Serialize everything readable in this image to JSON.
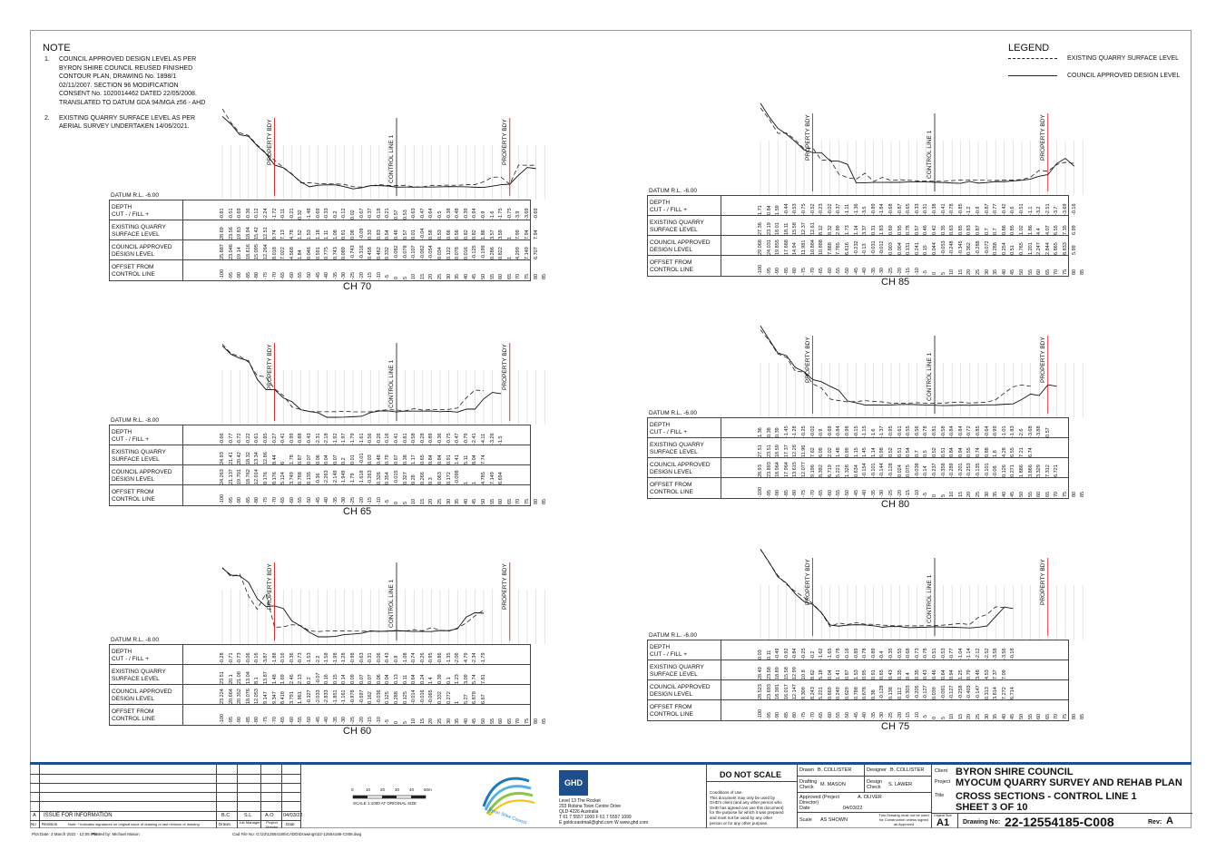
{
  "notes": {
    "heading": "NOTE",
    "items": [
      {
        "num": "1.",
        "lines": [
          "COUNCIL APPROVED DESIGN LEVEL AS PER",
          "BYRON SHIRE COUNCIL REUSED FINISHED",
          "CONTOUR PLAN, DRAWING No. 1898/1",
          "02/11/2007. SECTION 96 MODIFICATION",
          "CONSENT No. 1020014462 DATED 22/05/2008.",
          "TRANSLATED TO DATUM GDA 94/MGA z56 - AHD"
        ]
      },
      {
        "num": "2.",
        "lines": [
          "EXISTING QUARRY SURFACE LEVEL AS PER",
          "AERIAL SURVEY UNDERTAKEN 14/06/2021."
        ]
      }
    ]
  },
  "legend": {
    "heading": "LEGEND",
    "existing": "EXISTING QUARRY SURFACE LEVEL",
    "design": "COUNCIL APPROVED DESIGN LEVEL"
  },
  "row_labels": {
    "depth": "DEPTH\nCUT - / FILL +",
    "existing": "EXISTING QUARRY\nSURFACE LEVEL",
    "design": "COUNCIL APPROVED\nDESIGN LEVEL",
    "offset": "OFFSET FROM\nCONTROL LINE"
  },
  "section_labels": {
    "property": "PROPERTY BDY",
    "control": "CONTROL LINE 1"
  },
  "offsets": [
    "-100",
    "-95",
    "-90",
    "-85",
    "-80",
    "-75",
    "-70",
    "-65",
    "-60",
    "-55",
    "-50",
    "-45",
    "-40",
    "-35",
    "-30",
    "-25",
    "-20",
    "-15",
    "-10",
    "-5",
    "0",
    "5",
    "10",
    "15",
    "20",
    "25",
    "30",
    "35",
    "40",
    "45",
    "50",
    "55",
    "60",
    "65",
    "70",
    "75",
    "80",
    "85"
  ],
  "sections": [
    {
      "title": "CH 70",
      "datum": "DATUM R.L. -6.00",
      "depth": [
        "-0.81",
        "-0.51",
        "-0.69",
        "-0.36",
        "-0.12",
        "-2.24",
        "-1.72",
        "-0.11",
        "-0.21",
        "0.32",
        "-1.48",
        "-0.69",
        "-0.33",
        "-0.2",
        "-0.12",
        "0.02",
        "-0.67",
        "-0.37",
        "-0.18",
        "-0.21",
        "0.57",
        "0.53",
        "-0.63",
        "-0.47",
        "-0.64",
        "-0.5",
        "-0.38",
        "-0.48",
        "-0.39",
        "-0.94",
        "-0.9",
        "-1.6",
        "-1.75",
        "-0.75",
        "-3.9",
        "-3.69",
        "-0.69"
      ],
      "existing": [
        "28.69",
        "23.56",
        "19.83",
        "18.94",
        "15.42",
        "12.51",
        "9.74",
        "7.13",
        "4.78",
        "1.52",
        "1.53",
        "1.18",
        "1.11",
        "1.08",
        "0.91",
        "0.08",
        "-0.09",
        "0.33",
        "0.83",
        "0.54",
        "0.48",
        "0.57",
        "0.01",
        "-0.04",
        "0.58",
        "0.53",
        "0.66",
        "0.56",
        "0.82",
        "0.82",
        "1.86",
        "3.57",
        "3.59",
        "1",
        "7.99",
        "7.94",
        "7.94"
      ],
      "design": [
        "25.887",
        "23.046",
        "19.14",
        "18.616",
        "15.095",
        "12.264",
        "8.018",
        "7.022",
        "4.568",
        "1.84",
        "0.046",
        "0.591",
        "0.775",
        "0.743",
        "0.089",
        "-0.743",
        "-0.316",
        "0.458",
        "0.462",
        "0.332",
        "-0.082",
        "-0.078",
        "-0.107",
        "-0.062",
        "-0.054",
        "0.034",
        "0.122",
        "0.078",
        "0.016",
        "-0.125",
        "-0.199",
        "0.286",
        "0.822",
        "1",
        "4.299",
        "7.149",
        "6.707"
      ]
    },
    {
      "title": "CH 85",
      "datum": "DATUM R.L. -6.00",
      "depth": [
        "1.71",
        "0.84",
        "1.59",
        "-0.44",
        "-0.53",
        "-0.75",
        "-0.52",
        "-0.23",
        "-0.02",
        "-0.37",
        "-1.11",
        "-1.36",
        "-3.5",
        "-0.89",
        "-1.84",
        "-0.68",
        "-0.87",
        "-0.65",
        "-0.33",
        "-0.31",
        "-0.38",
        "-0.41",
        "-0.78",
        "-0.85",
        "-1.2",
        "-0.9",
        "-0.87",
        "-0.77",
        "-0.42",
        "-0.6",
        "-0.51",
        "-1.1",
        "-3.2",
        "-2.51",
        "-3.7",
        "-3.69",
        "-0.16"
      ],
      "existing": [
        "27.36",
        "23.19",
        "18.01",
        "18.11",
        "15.58",
        "12.37",
        "12.61",
        "8.12",
        "8.32",
        "2.99",
        "1.73",
        "1.14",
        "3.37",
        "0.31",
        "1.83",
        "0.69",
        "0.95",
        "0.78",
        "0.57",
        "0.46",
        "0.42",
        "0.35",
        "0.63",
        "0.85",
        "0.83",
        "0.87",
        "0.7",
        "0.7",
        "0.86",
        "0.85",
        "1.02",
        "1.86",
        "4.4",
        "4.07",
        "6.55",
        "7.35",
        "6.99"
      ],
      "design": [
        "29.068",
        "24.031",
        "19.855",
        "17.668",
        "14.94",
        "11.981",
        "10.884",
        "10.888",
        "7.888",
        "7.785",
        "6.616",
        "-0.232",
        "-0.13",
        "-0.031",
        "-0.012",
        "0.003",
        "0.004",
        "0.131",
        "0.241",
        "0.15",
        "0.044",
        "-0.053",
        "-0.248",
        "-0.345",
        "0.362",
        "-0.288",
        "-0.072",
        "0.288",
        "0.254",
        "0.51",
        "0.765",
        "1.201",
        "2.247",
        "2.844",
        "6.865",
        "8.833",
        "5.99"
      ]
    },
    {
      "title": "CH 65",
      "datum": "DATUM R.L. -8.00",
      "depth": [
        "-0.66",
        "-0.77",
        "-0.72",
        "-0.22",
        "-0.61",
        "-0.85",
        "-0.27",
        "-0.41",
        "-0.99",
        "-0.88",
        "-0.43",
        "-2.31",
        "-2.18",
        "-1.92",
        "-1.97",
        "-1.79",
        "-1.61",
        "-0.56",
        "-0.26",
        "-0.16",
        "-0.41",
        "-0.81",
        "-0.58",
        "-0.28",
        "-0.89",
        "-0.36",
        "-0.75",
        "-0.47",
        "-0.79",
        "-2.41",
        "-4.11",
        "-3.26",
        "-1.5"
      ],
      "existing": [
        "24.93",
        "21.41",
        "20.42",
        "18.32",
        "13.34",
        "12.86",
        "8.44",
        "6",
        "1.78",
        "0.87",
        "0.07",
        "0.06",
        "0.04",
        "0.07",
        "0.2",
        "0.01",
        "-0.01",
        "0.03",
        "0.48",
        "0.79",
        "0.67",
        "0.38",
        "1.17",
        "0.65",
        "0.84",
        "0.84",
        "0.91",
        "1.41",
        "5.11",
        "8.04",
        "7.74"
      ],
      "design": [
        "24.263",
        "21.137",
        "19.701",
        "18.762",
        "12.014",
        "8.176",
        "8.176",
        "5.124",
        "3.749",
        "0.788",
        "0.135",
        "-0.36",
        "-2.263",
        "-2.149",
        "-1.949",
        "-1.79",
        "-1.618",
        "-0.263",
        "0.326",
        "0.354",
        "-0.015",
        "0.327",
        "0.28",
        "0.266",
        "0.3",
        "0.063",
        "0.172",
        "-0.098",
        "1",
        "1",
        "4.785",
        "7.149",
        "6.694"
      ]
    },
    {
      "title": "CH 80",
      "datum": "DATUM R.L. -6.00",
      "depth": [
        "1.36",
        "0.38",
        "0.39",
        "-1.45",
        "-1.28",
        "-0.25",
        "-0.02",
        "-0.9",
        "-0.69",
        "-0.84",
        "-0.98",
        "-0.15",
        "-1.15",
        "-1.6",
        "-1.37",
        "-0.95",
        "-0.61",
        "-0.55",
        "-0.56",
        "-0.78",
        "-0.81",
        "-0.58",
        "-0.84",
        "-0.84",
        "-0.72",
        "-0.85",
        "-0.64",
        "-0.99",
        "-1.01",
        "-1.83",
        "-2.6",
        "-3.68",
        "-3.88",
        "0.57"
      ],
      "existing": [
        "27.51",
        "23.51",
        "18.59",
        "17.37",
        "12.26",
        "11.96",
        "7.62",
        "6.09",
        "2.02",
        "1.48",
        "0.99",
        "1.15",
        "1.45",
        "1.14",
        "0.98",
        "0.52",
        "0.51",
        "0.54",
        "0.7",
        "0.5",
        "0.52",
        "0.51",
        "0.84",
        "0.94",
        "0.55",
        "0.74",
        "0.88",
        "1.8",
        "4.28",
        "6.55",
        "7.21",
        "6.74"
      ],
      "design": [
        "28.93",
        "23.893",
        "18.964",
        "17.964",
        "13.615",
        "12.077",
        "9.196",
        "8.392",
        "6.719",
        "5.221",
        "1.328",
        "0.634",
        "-0.154",
        "-0.101",
        "-0.144",
        "-0.128",
        "0.024",
        "0.075",
        "-0.038",
        "-0.14",
        "-0.237",
        "-0.358",
        "-0.289",
        "-0.201",
        "-0.253",
        "-0.135",
        "-0.101",
        "-0.08",
        "0.126",
        "0.271",
        "1.886",
        "3.866",
        "3.329",
        "7.312",
        "6.721"
      ]
    },
    {
      "title": "CH 60",
      "datum": "DATUM R.L. -8.00",
      "depth": [
        "-0.28",
        "-0.71",
        "-0.73",
        "-0.06",
        "-0.16",
        "-3.87",
        "-1.88",
        "-0.16",
        "-0.36",
        "-0.73",
        "-1.53",
        "-2.2",
        "-1.58",
        "-1.98",
        "-1.28",
        "-0.98",
        "-0.63",
        "-0.31",
        "-0.06",
        "-0.43",
        "-0.8",
        "-1.08",
        "-0.74",
        "-0.26",
        "-0.95",
        "-0.86",
        "-1.35",
        "-2.06",
        "-4.79",
        "-2.34",
        "-1.79"
      ],
      "existing": [
        "23.51",
        "20.1",
        "21.08",
        "13.04",
        "8.1",
        "13.87",
        "1.48",
        "1.69",
        "2.46",
        "2.13",
        "0.2",
        "-0.07",
        "0.16",
        "0.15",
        "0.14",
        "0.09",
        "0.07",
        "0.07",
        "0.06",
        "0.04",
        "0.13",
        "0.11",
        "0.64",
        "0.24",
        "1.4",
        "0.39",
        "0.1",
        "1.23",
        "3.09",
        "5.74",
        "7.81"
      ],
      "design": [
        "23.224",
        "20.664",
        "20.352",
        "18.076",
        "12.053",
        "9.147",
        "9.347",
        "8.418",
        "3.791",
        "1.961",
        "-0.327",
        "-2.033",
        "-2.833",
        "-1.851",
        "-1.161",
        "-0.978",
        "-0.697",
        "0.162",
        "-0.036",
        "0.125",
        "0.288",
        "0.125",
        "-0.014",
        "-0.016",
        "-0.065",
        "0.332",
        "0.272",
        "1",
        "5.27",
        "6.878",
        "6.67"
      ]
    },
    {
      "title": "CH 75",
      "datum": "DATUM R.L. -6.00",
      "depth": [
        "0.03",
        "0.11",
        "-0.49",
        "-0.92",
        "-0.84",
        "-0.25",
        "-0.2",
        "-1.62",
        "-1.65",
        "-0.78",
        "-0.16",
        "-0.89",
        "-0.78",
        "-0.89",
        "-0.4",
        "-0.35",
        "-0.55",
        "-0.68",
        "-0.73",
        "-0.78",
        "-0.51",
        "-0.53",
        "-0.77",
        "-1.04",
        "-1.14",
        "-2.12",
        "-2.52",
        "-3.58",
        "-3.56",
        "-0.18"
      ],
      "existing": [
        "28.49",
        "23.58",
        "18.89",
        "15.58",
        "12.99",
        "10.8",
        "8.62",
        "5.18",
        "0.04",
        "1.41",
        "0.87",
        "1.53",
        "0.95",
        "0.91",
        "0.65",
        "0.43",
        "0.35",
        "0.4",
        "0.35",
        "0.43",
        "0.46",
        "0.64",
        "0.94",
        "1.25",
        "0.79",
        "3.48",
        "4.53",
        "7.37",
        "7.09"
      ],
      "design": [
        "28.523",
        "23.693",
        "18.391",
        "16.017",
        "12.147",
        "9.309",
        "8.243",
        "5.221",
        "0.669",
        "0.249",
        "0.629",
        "0.788",
        "0.678",
        "0.38",
        "-0.128",
        "0.138",
        "0.112",
        "-0.303",
        "-0.205",
        "-0.127",
        "0.039",
        "-0.091",
        "-0.127",
        "-0.258",
        "-0.403",
        "-0.147",
        "0.313",
        "3.814",
        "7.272",
        "6.714"
      ]
    }
  ],
  "scale_bar": {
    "ticks": [
      "0",
      "10",
      "20",
      "30",
      "40",
      "50m"
    ],
    "caption": "SCALE 1:1000 AT ORIGINAL SIZE"
  },
  "revision": {
    "rev": "A",
    "desc": "ISSUE FOR INFORMATION",
    "drawn": "B.C",
    "job": "S.L",
    "proj": "A.O",
    "date": "04/03/22",
    "h_no": "No",
    "h_rev": "Revision",
    "h_note": "Note: * indicates signatures on original issue of drawing or last revision of drawing",
    "h_drawn": "Drawn",
    "h_job": "Job Manager",
    "h_proj": "Project Director",
    "h_date": "Date"
  },
  "ghd": {
    "logo": "GHD",
    "lines": [
      "Level 13 The Rocket",
      "203 Robina Town Centre Drive",
      "QLD 4226 Australia",
      "T 61 7 5557 1000  F 61 7 5557 1099",
      "E goldcoastmail@ghd.com  W www.ghd.com"
    ]
  },
  "council_logo_text": "Byron Shire Council",
  "conditions": {
    "dns": "DO NOT SCALE",
    "lines": [
      "Conditions of Use.",
      "This document may only be used by",
      "GHD's client (and any other person who",
      "GHD has agreed can use this document)",
      "for the purpose for which it was prepared",
      "and must not be used by any other",
      "person or for any other purpose."
    ]
  },
  "signoff": {
    "drawn_l": "Drawn",
    "drawn_v": "B. COLLISTER",
    "designer_l": "Designer",
    "designer_v": "B. COLLISTER",
    "drafting_l": "Drafting Check",
    "drafting_v": "M. MASON",
    "design_check_l": "Design Check",
    "design_check_v": "S. LAWER",
    "approved_l": "Approved (Project Director)",
    "approved_v": "A. OLIVER",
    "date_l": "Date",
    "date_v": "04/03/22",
    "scale_l": "Scale",
    "scale_v": "AS SHOWN",
    "construction_note": "This Drawing must not be used for Construction unless signed as Approved"
  },
  "title_block": {
    "client_l": "Client",
    "client": "BYRON SHIRE COUNCIL",
    "project_l": "Project",
    "project": "MYOCUM QUARRY SURVEY AND REHAB PLAN",
    "title_l": "Title",
    "title1": "CROSS SECTIONS - CONTROL LINE 1",
    "title2": "SHEET 3 OF 10",
    "size_l": "Original Size",
    "size": "A1",
    "drawing_no_l": "Drawing No:",
    "drawing_no": "22-12554185-C008",
    "rev_l": "Rev:",
    "rev": "A"
  },
  "footer": {
    "plot": "Plot Date:  3 March 2022 - 12:05 PM",
    "plotted": "Plotted by:  Michael Mason",
    "cad": "Cad File No:   G:\\22\\12554185\\CADD\\Drawings\\22-12554185-C008.dwg"
  }
}
